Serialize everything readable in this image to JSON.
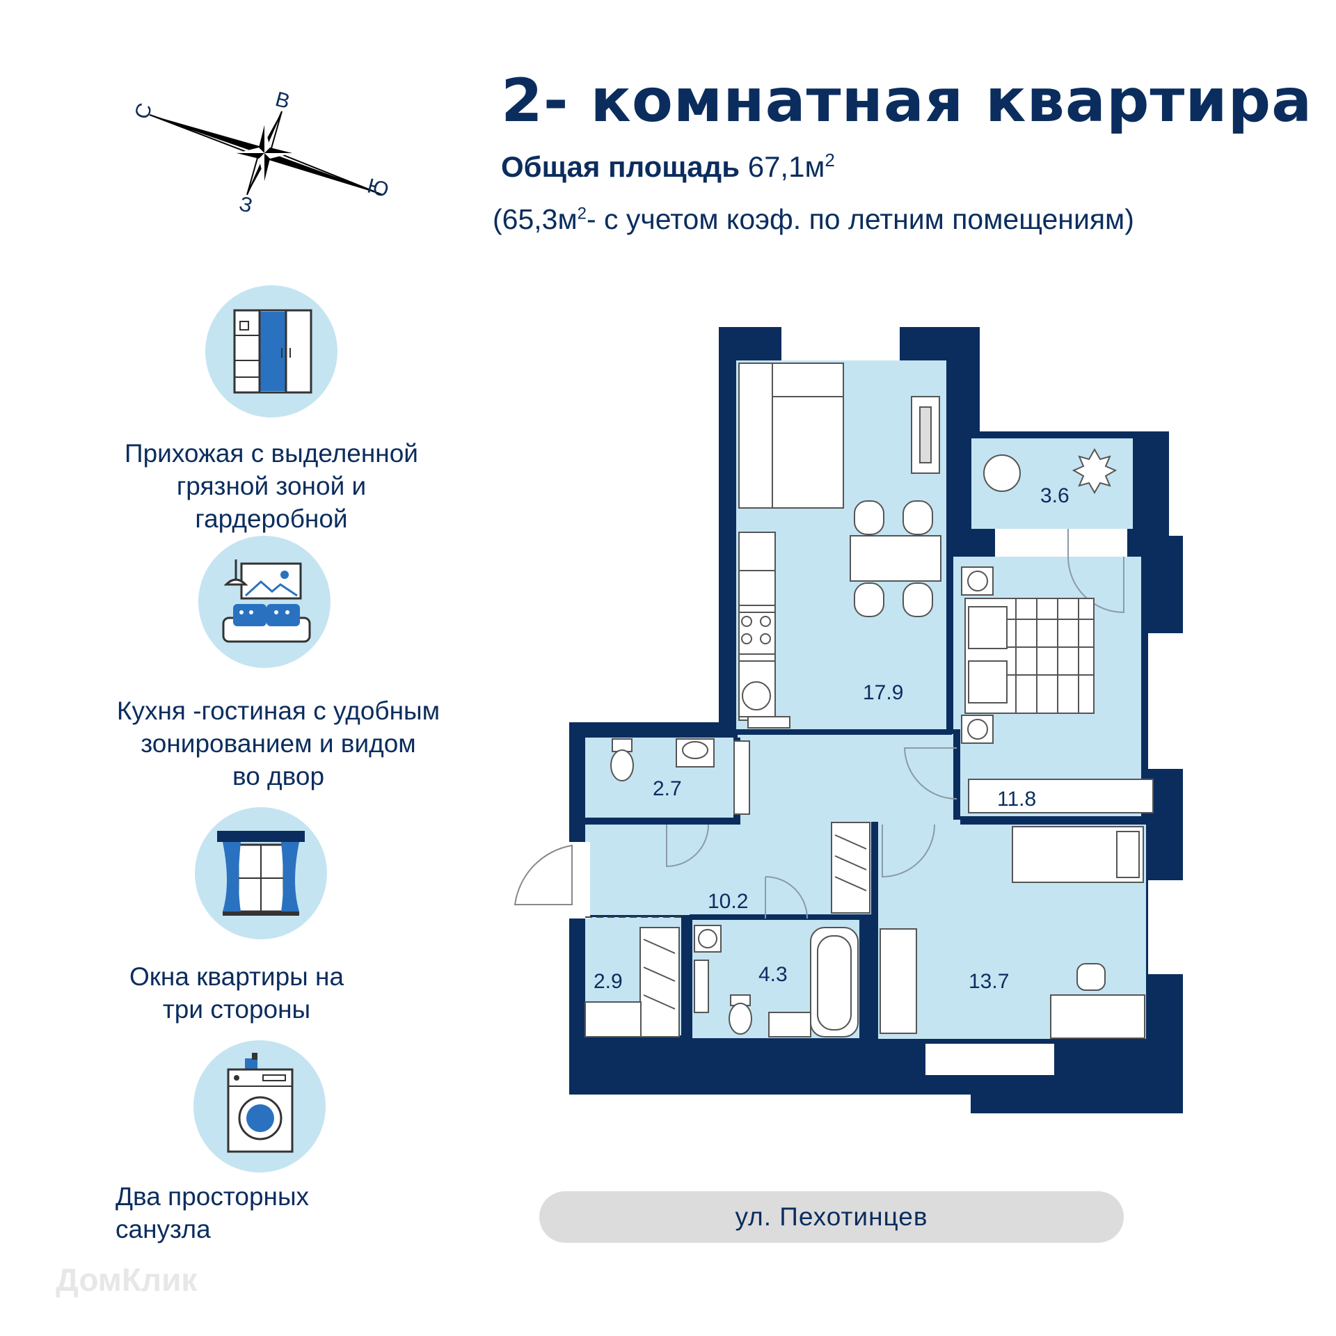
{
  "header": {
    "title": "2- комнатная  квартира",
    "total_area_label": "Общая площадь",
    "total_area_value": "67,1м",
    "total_area_sup": "2",
    "note_open": "(65,3м",
    "note_sup": "2",
    "note_rest": "- с учетом коэф. по летним помещениям)"
  },
  "compass": {
    "north": "С",
    "east": "В",
    "south": "Ю",
    "west": "З"
  },
  "features": [
    {
      "icon": "wardrobe-icon",
      "lines": [
        "Прихожая с выделенной",
        "грязной зоной  и",
        "гардеробной"
      ]
    },
    {
      "icon": "living-room-icon",
      "lines": [
        "Кухня -гостиная с удобным",
        "зонированием и видом",
        "во двор"
      ]
    },
    {
      "icon": "window-icon",
      "lines": [
        "Окна квартиры на",
        "три стороны"
      ]
    },
    {
      "icon": "washing-machine-icon",
      "lines": [
        "Два просторных",
        "санузла"
      ]
    }
  ],
  "rooms": {
    "kitchen_living": "17.9",
    "balcony": "3.6",
    "bedroom_1": "11.8",
    "bathroom_small": "2.7",
    "hallway": "10.2",
    "storage": "2.9",
    "bathroom_large": "4.3",
    "bedroom_2": "13.7"
  },
  "street": "ул. Пехотинцев",
  "watermark": "ДомКлик",
  "colors": {
    "wall": "#0b2d5e",
    "floor": "#c5e4f2",
    "accent": "#2a72c0",
    "text": "#0b2d5e"
  }
}
